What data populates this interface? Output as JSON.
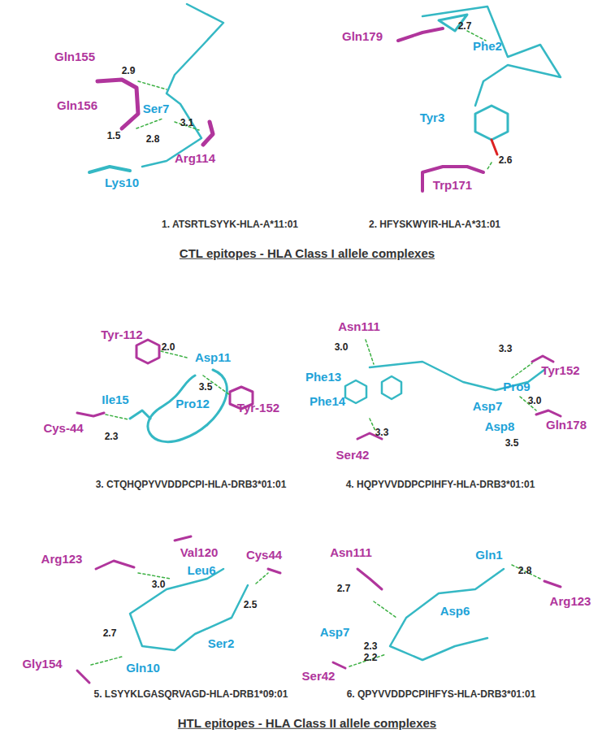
{
  "diagram": {
    "labels": [
      "Gln155",
      "2.9",
      "Gln156",
      "Ser7",
      "1.5",
      "2.8",
      "3.1",
      "Arg114",
      "Lys10",
      "1. ATSRTLSYYK-HLA-A*11:01",
      "Gln179",
      "2.7",
      "Phe2",
      "Tyr3",
      "2.6",
      "Trp171",
      "2. HFYSKWYIR-HLA-A*31:01",
      "CTL epitopes - HLA Class I allele complexes",
      "Tyr-112",
      "2.0",
      "Asp11",
      "3.5",
      "Tyr-152",
      "Pro12",
      "Ile15",
      "Cys-44",
      "2.3",
      "3. CTQHQPYVVDDPCPI-HLA-DRB3*01:01",
      "Asn111",
      "3.0",
      "Phe13",
      "Tyr152",
      "3.3",
      "Pro9",
      "3.0",
      "Asp7",
      "Asp8",
      "3.5",
      "Gln178",
      "Phe14",
      "3.3",
      "Ser42",
      "4. HQPYVVDDPCPIHFY-HLA-DRB3*01:01",
      "Arg123",
      "Val120",
      "Cys44",
      "Leu6",
      "3.0",
      "2.5",
      "Ser2",
      "2.7",
      "Gln10",
      "Gly154",
      "5. LSYYKLGASQRVAGD-HLA-DRB1*09:01",
      "Asn111",
      "Gln1",
      "2.8",
      "Arg123",
      "2.7",
      "Asp6",
      "Asp7",
      "2.3",
      "2.2",
      "Ser42",
      "6. QPYVVDDPCPIHFYS-HLA-DRB3*01:01",
      "HTL epitopes - HLA Class II allele complexes"
    ]
  }
}
